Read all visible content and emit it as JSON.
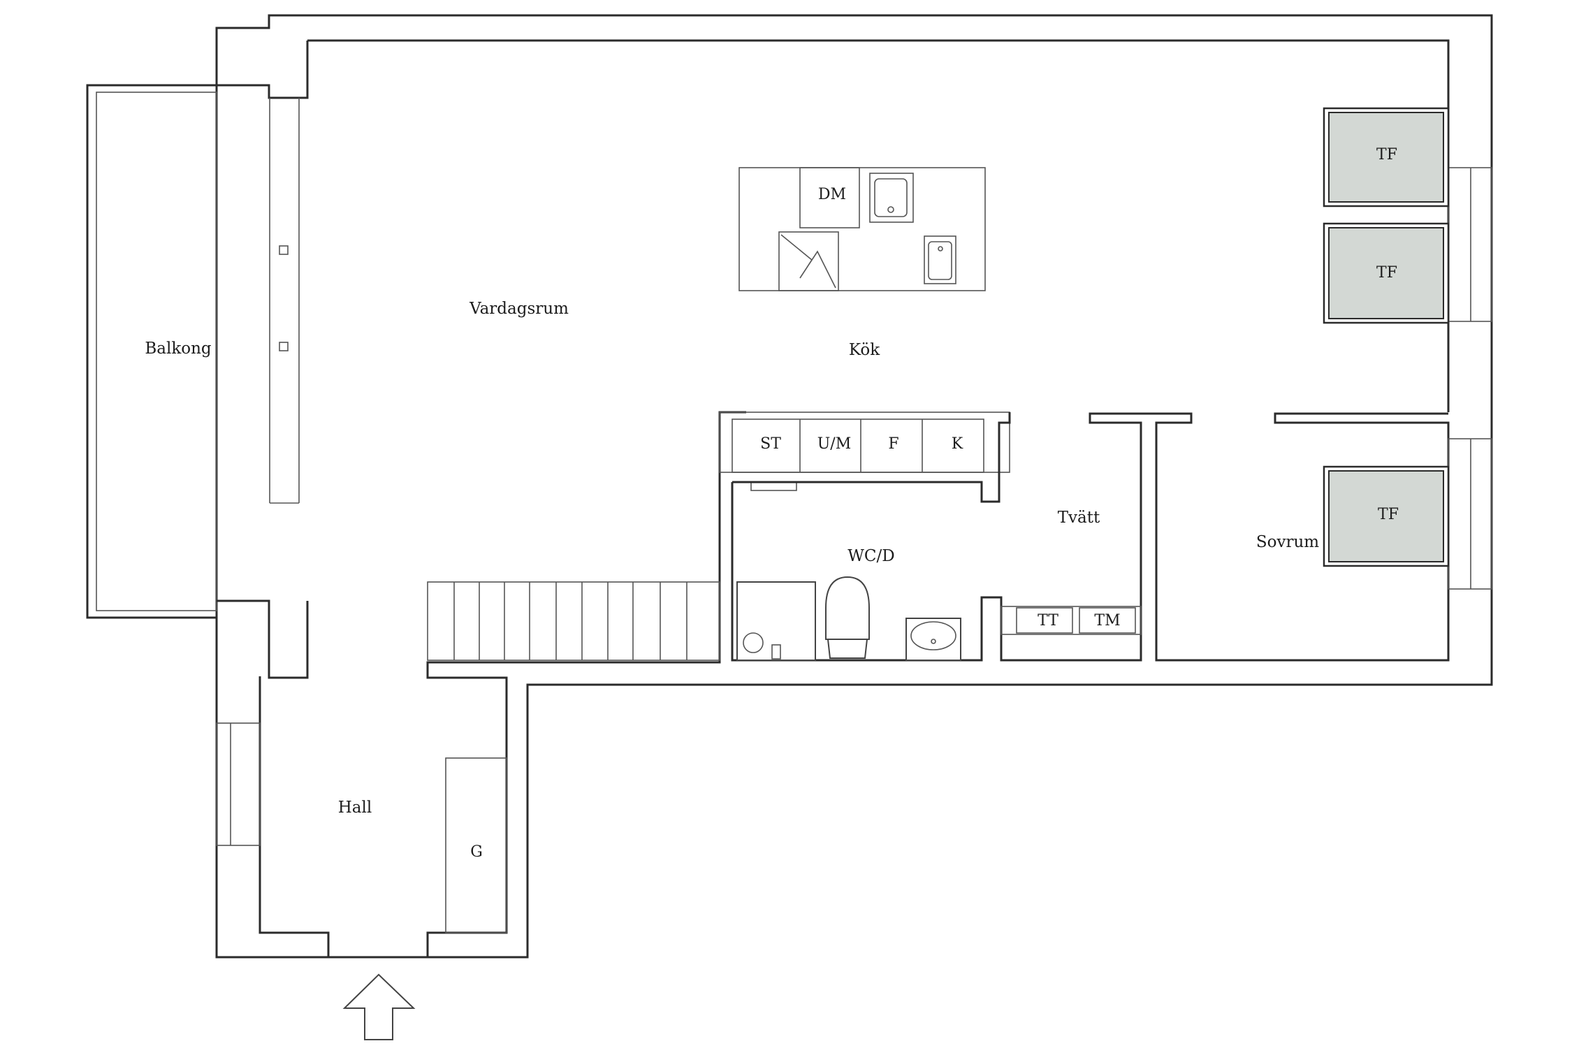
{
  "rooms": {
    "balkong": "Balkong",
    "vardagsrum": "Vardagsrum",
    "kok": "Kök",
    "wc": "WC/D",
    "tvatt": "Tvätt",
    "sovrum": "Sovrum",
    "hall": "Hall"
  },
  "fixtures": {
    "dm": "DM",
    "st": "ST",
    "um": "U/M",
    "f": "F",
    "k": "K",
    "tt": "TT",
    "tm": "TM",
    "g": "G"
  },
  "wardrobes": [
    "TF",
    "TF",
    "TF"
  ],
  "colors": {
    "walls": "#2b2b2b",
    "wardrobe_fill": "#d3d8d4",
    "background": "#ffffff"
  }
}
